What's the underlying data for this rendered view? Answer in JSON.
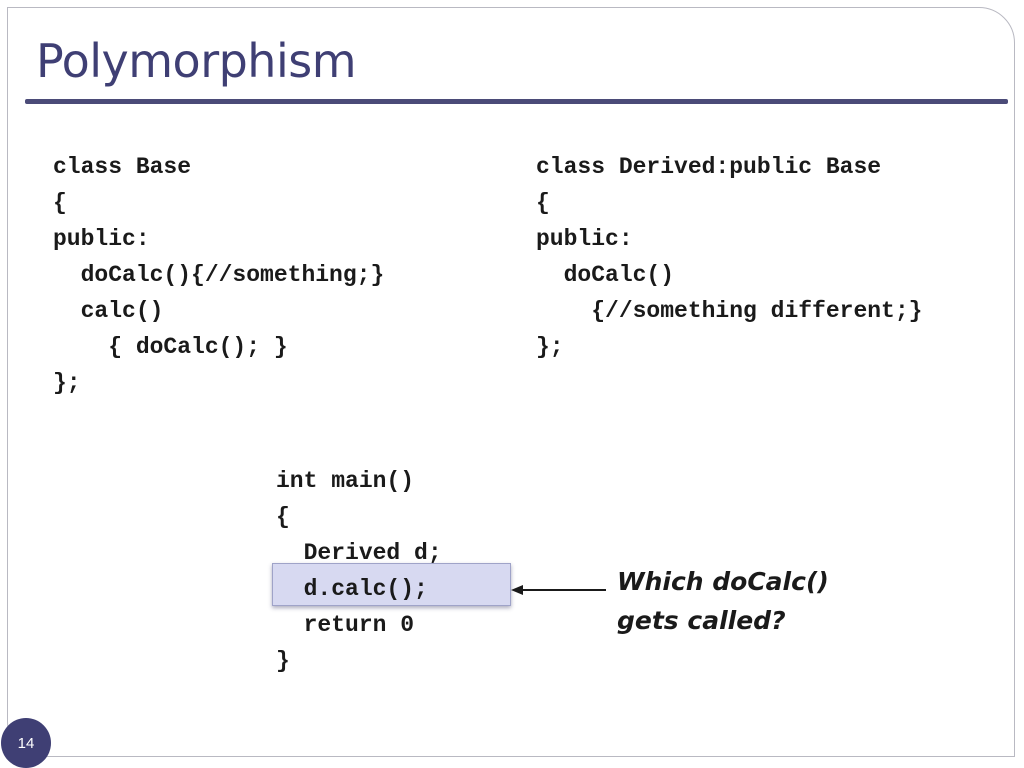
{
  "slide": {
    "title": "Polymorphism",
    "page_number": "14"
  },
  "code_base": {
    "lines": [
      "class Base",
      "{",
      "public:",
      "  doCalc(){//something;}",
      "  calc()",
      "    { doCalc(); }",
      "};"
    ]
  },
  "code_derived": {
    "lines": [
      "class Derived:public Base",
      "{",
      "public:",
      "  doCalc()",
      "    {//something different;}",
      "};"
    ]
  },
  "code_main": {
    "lines": [
      "int main()",
      "{",
      "  Derived d;",
      "  d.calc();",
      "  return 0",
      "}"
    ],
    "highlighted_line": "  d.calc();"
  },
  "callout": {
    "line1": "Which doCalc()",
    "line2": "gets called?"
  },
  "colors": {
    "title": "#3f3f74",
    "rule": "#4b4b78",
    "highlight_fill": "#d7d9f1",
    "badge": "#3f3f74"
  },
  "icons": {
    "arrow": "arrow-left-icon"
  }
}
